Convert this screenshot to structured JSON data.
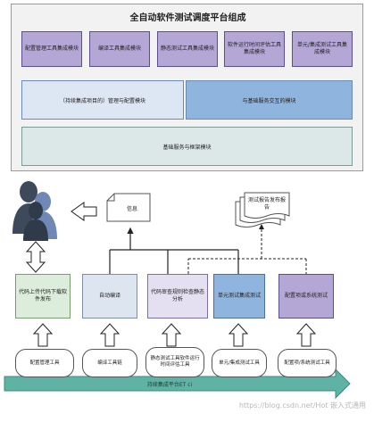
{
  "architecture": {
    "title": "全自动软件测试调度平台组成",
    "modules": [
      {
        "label": "配置管理工具集成模块"
      },
      {
        "label": "编译工具集成模块"
      },
      {
        "label": "静态测试工具集成模块"
      },
      {
        "label": "软件运行时间评估工具集成模块"
      },
      {
        "label": "单元/集成测试工具集成模块"
      }
    ],
    "management_layer": "（持续集成项目的）管理与配置模块",
    "interface_layer": "与基础服务交互的模块",
    "base_layer": "基础服务与框架模块"
  },
  "process": {
    "info_label": "信息",
    "report_label": "测试报告发布报告",
    "steps": [
      {
        "label": "代码上传代码下载软件发布"
      },
      {
        "label": "自动编译"
      },
      {
        "label": "代码审查规则检查静态分析"
      },
      {
        "label": "单元测试集成测试"
      },
      {
        "label": "配置项或系统测试"
      }
    ],
    "tools": [
      {
        "label": "配置管理工具"
      },
      {
        "label": "编译工具链"
      },
      {
        "label": "静态测试工具软件运行时间评估工具"
      },
      {
        "label": "单元/集成测试工具"
      },
      {
        "label": "配置项/系统测试工具"
      }
    ],
    "platform_label": "持续集成平台ET ci"
  },
  "watermark": "https://blog.csdn.net/Hot 嵌入式通用",
  "colors": {
    "module_purple": "#b4a7d6",
    "interface_blue": "#8fb4de",
    "management_light_blue": "#dde7f3",
    "base_grey_green": "#dce8e7",
    "platform_arrow_green": "#5fb3a4"
  },
  "icons": [
    "users-icon",
    "document-icon",
    "report-stack-icon"
  ]
}
